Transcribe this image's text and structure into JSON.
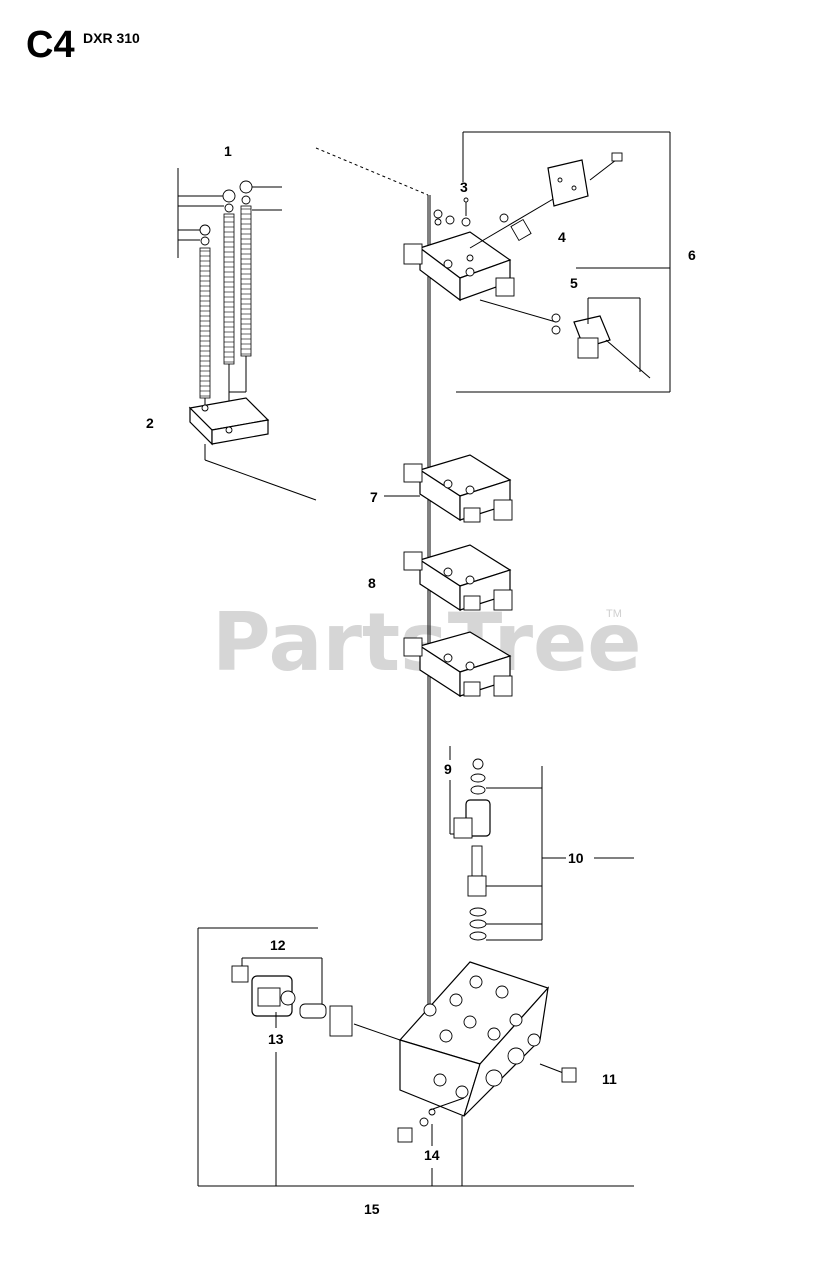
{
  "header": {
    "section_code": "C4",
    "model": "DXR 310"
  },
  "watermark": {
    "text": "PartsTree",
    "trademark": "TM"
  },
  "callouts": [
    {
      "id": "1",
      "label": "1"
    },
    {
      "id": "2",
      "label": "2"
    },
    {
      "id": "3",
      "label": "3"
    },
    {
      "id": "4",
      "label": "4"
    },
    {
      "id": "5",
      "label": "5"
    },
    {
      "id": "6",
      "label": "6"
    },
    {
      "id": "7",
      "label": "7"
    },
    {
      "id": "8",
      "label": "8"
    },
    {
      "id": "9",
      "label": "9"
    },
    {
      "id": "10",
      "label": "10"
    },
    {
      "id": "11",
      "label": "11"
    },
    {
      "id": "12",
      "label": "12"
    },
    {
      "id": "13",
      "label": "13"
    },
    {
      "id": "14",
      "label": "14"
    },
    {
      "id": "15",
      "label": "15"
    }
  ]
}
